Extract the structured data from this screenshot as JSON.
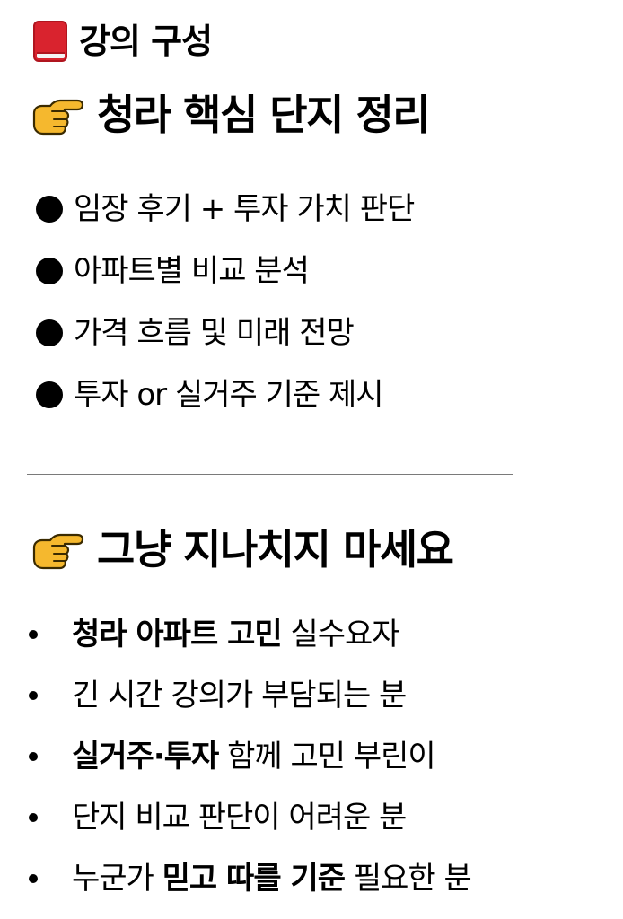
{
  "section_title": {
    "icon": "red-book-icon",
    "text": "강의 구성"
  },
  "heading_1": {
    "icon": "pointing-hand-icon",
    "text": "청라 핵심 단지 정리"
  },
  "list_1": [
    "임장 후기 + 투자 가치 판단",
    "아파트별 비교 분석",
    "가격 흐름 및 미래 전망",
    "투자 or 실거주 기준 제시"
  ],
  "heading_2": {
    "icon": "pointing-hand-icon",
    "text": "그냥 지나치지 마세요"
  },
  "list_2": [
    {
      "segments": [
        {
          "text": "청라 아파트 고민",
          "bold": true
        },
        {
          "text": " 실수요자",
          "bold": false
        }
      ]
    },
    {
      "segments": [
        {
          "text": "긴 시간 강의가 부담되는 분",
          "bold": false
        }
      ]
    },
    {
      "segments": [
        {
          "text": "실거주·투자",
          "bold": true
        },
        {
          "text": " 함께 고민 부린이",
          "bold": false
        }
      ]
    },
    {
      "segments": [
        {
          "text": "단지 비교 판단이 어려운 분",
          "bold": false
        }
      ]
    },
    {
      "segments": [
        {
          "text": "누군가 ",
          "bold": false
        },
        {
          "text": "믿고 따를 기준",
          "bold": true
        },
        {
          "text": " 필요한 분",
          "bold": false
        }
      ]
    }
  ],
  "colors": {
    "text": "#000000",
    "book_red": "#d9232e",
    "hand_yellow": "#f5b82e",
    "divider": "#7a7a7a"
  }
}
